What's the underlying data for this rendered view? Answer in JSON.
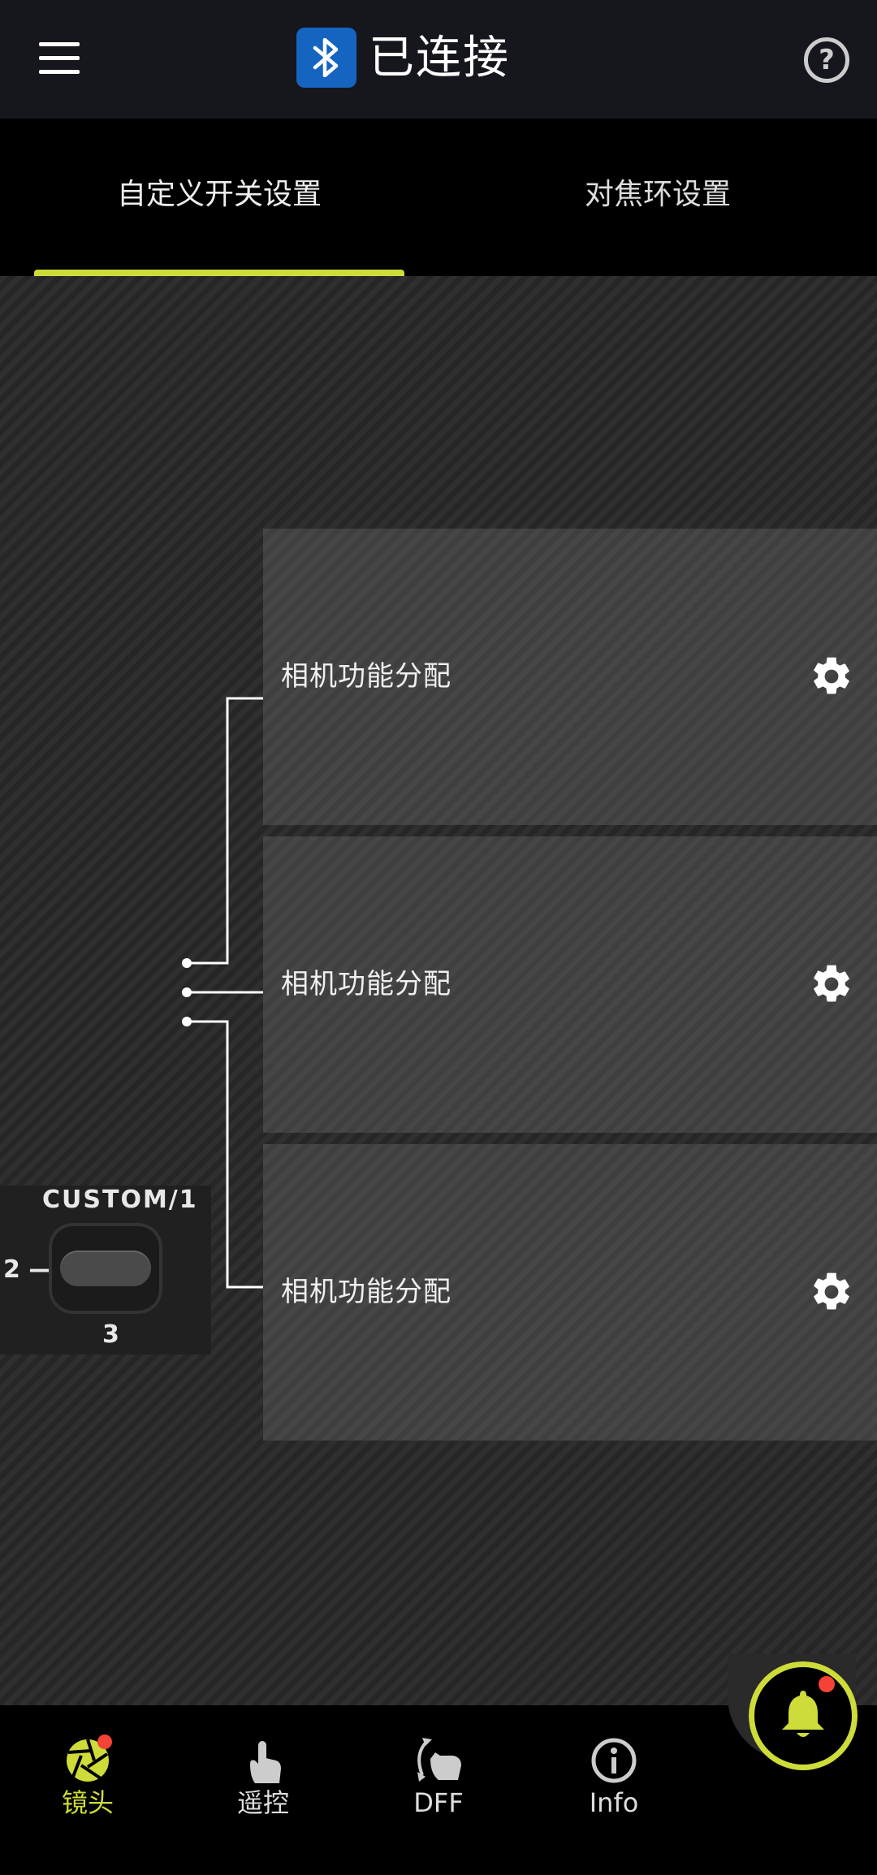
{
  "header": {
    "status_title": "已连接",
    "menu_icon": "hamburger-menu-icon",
    "bluetooth_icon": "bluetooth-icon",
    "help_icon": "question-mark-circle-icon",
    "help_glyph": "?"
  },
  "tabs": [
    {
      "label": "自定义开关设置",
      "selected": true
    },
    {
      "label": "对焦环设置",
      "selected": false
    }
  ],
  "accent_color": "#cddc39",
  "switch": {
    "top_label": "CUSTOM/1",
    "left_label": "2",
    "bottom_label": "3"
  },
  "assignments": [
    {
      "label": "相机功能分配",
      "icon": "gear-icon"
    },
    {
      "label": "相机功能分配",
      "icon": "gear-icon"
    },
    {
      "label": "相机功能分配",
      "icon": "gear-icon"
    }
  ],
  "bottom_nav": [
    {
      "label": "镜头",
      "icon": "aperture-icon",
      "active": true,
      "badge": true
    },
    {
      "label": "遥控",
      "icon": "touch-hand-icon",
      "active": false
    },
    {
      "label": "DFF",
      "icon": "rotate-hand-icon",
      "active": false
    },
    {
      "label": "Info",
      "icon": "info-circle-icon",
      "active": false
    }
  ],
  "notification_button": {
    "icon": "bell-icon",
    "badge": true
  }
}
